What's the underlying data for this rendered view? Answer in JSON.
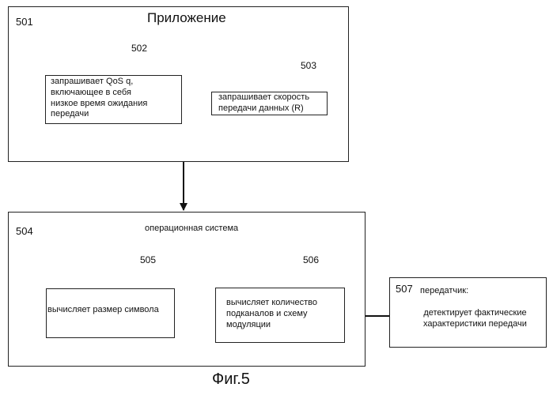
{
  "app_box": {
    "ref": "501",
    "title": "Приложение",
    "box_502": {
      "ref": "502",
      "text": "запрашивает QoS q,\nвключающее в себя\nнизкое время ожидания\nпередачи"
    },
    "box_503": {
      "ref": "503",
      "text": "запрашивает скорость\nпередачи данных (R)"
    }
  },
  "os_box": {
    "ref": "504",
    "title": "операционная система",
    "box_505": {
      "ref": "505",
      "text": "вычисляет размер символа"
    },
    "box_506": {
      "ref": "506",
      "text": "вычисляет количество\nподканалов и схему\nмодуляции"
    }
  },
  "tx_box": {
    "ref": "507",
    "title": "передатчик:",
    "text": "детектирует фактические\nхарактеристики передачи"
  },
  "caption": "Фиг.5"
}
